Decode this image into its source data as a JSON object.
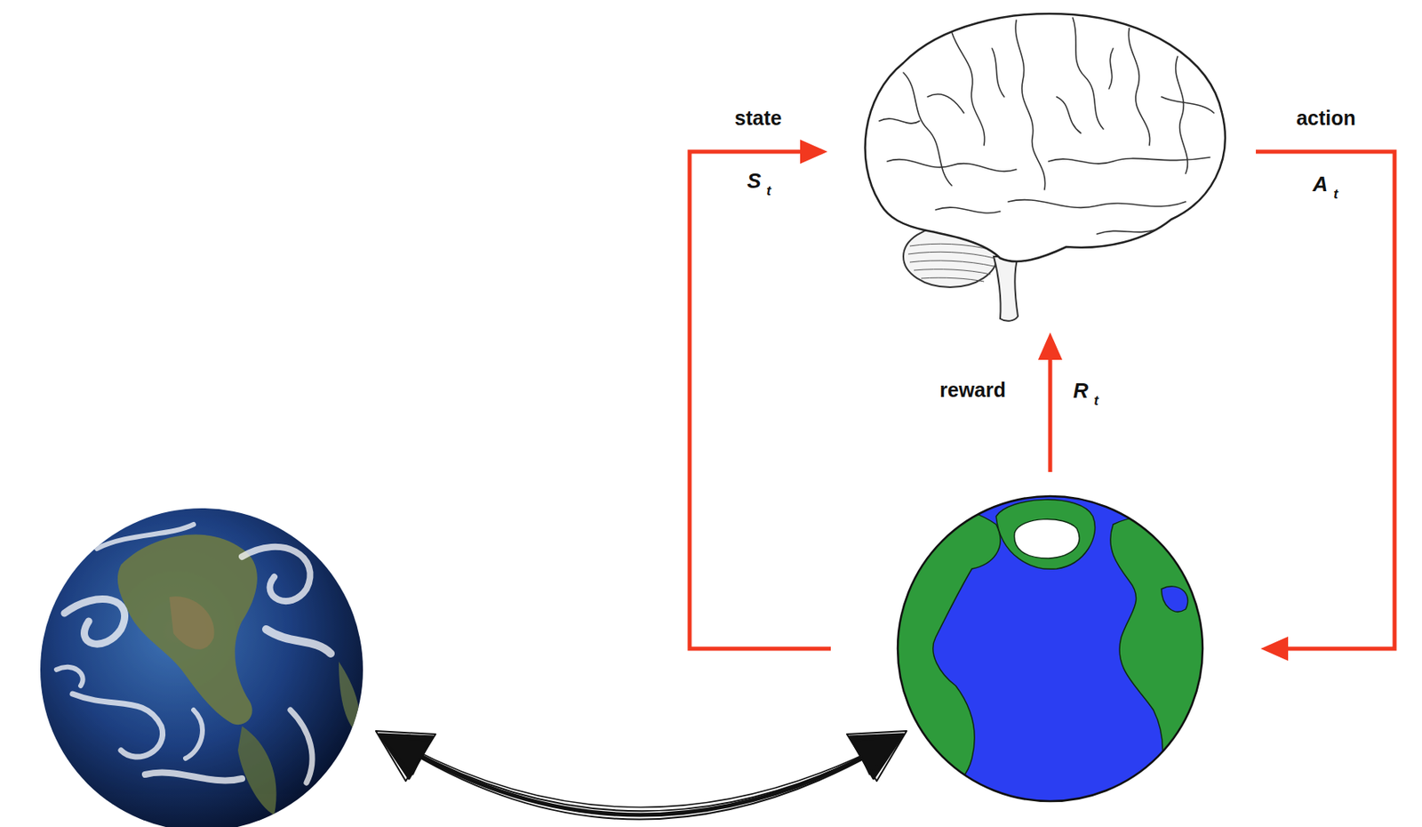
{
  "diagram": {
    "labels": [
      "state",
      "S",
      "t",
      "action",
      "A",
      "t",
      "reward",
      "R",
      "t"
    ]
  }
}
